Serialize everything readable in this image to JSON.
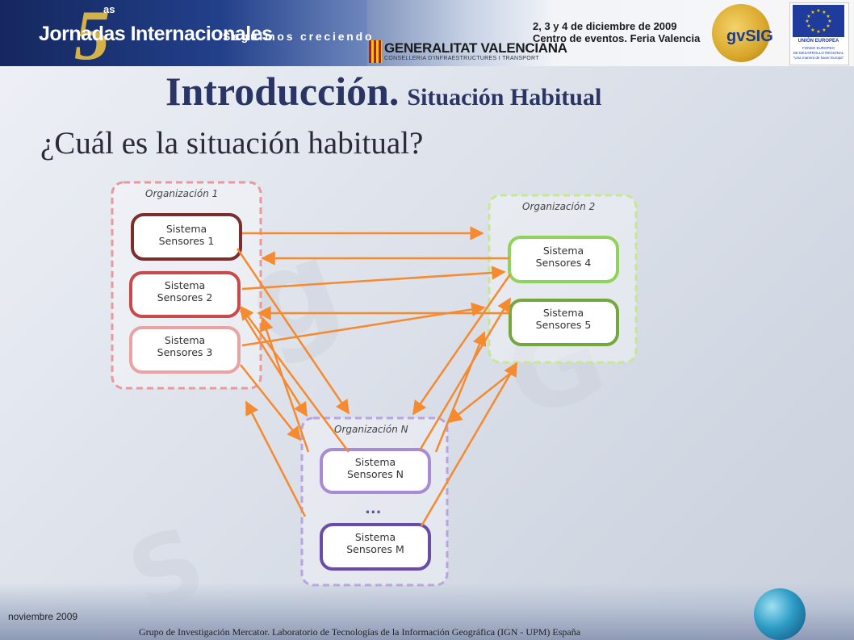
{
  "header": {
    "edition_number": "5",
    "edition_suffix": "as",
    "event_name": "Jornadas Internacionales",
    "slogan": "Seguimos creciendo",
    "sponsor_name": "GENERALITAT VALENCIANA",
    "sponsor_dept": "CONSELLERIA D'INFRAESTRUCTURES I TRANSPORT",
    "dates_line1": "2, 3 y 4 de diciembre de 2009",
    "dates_line2": "Centro de eventos. Feria Valencia",
    "gvsig_logo": "gvSIG",
    "eu_title": "UNIÓN EUROPEA",
    "eu_line1": "FONDO EUROPEO",
    "eu_line2": "DE DESARROLLO REGIONAL",
    "eu_line3": "\"Una manera de hacer Europa\""
  },
  "slide": {
    "title": "Introducción.",
    "subtitle": "Situación Habitual",
    "question": "¿Cuál es la situación habitual?"
  },
  "diagram": {
    "organizations": [
      {
        "label": "Organización 1",
        "color": "#e89a9a",
        "systems": [
          "Sistema|Sensores 1",
          "Sistema|Sensores 2",
          "Sistema|Sensores 3"
        ]
      },
      {
        "label": "Organización 2",
        "color": "#b8e07a",
        "systems": [
          "Sistema|Sensores 4",
          "Sistema|Sensores 5"
        ]
      },
      {
        "label": "Organización N",
        "color": "#b9a3e0",
        "systems": [
          "Sistema|Sensores N",
          "Sistema|Sensores M"
        ]
      }
    ],
    "ellipsis": "...",
    "arrow_color": "#f58a2e"
  },
  "footer": {
    "date": "noviembre 2009",
    "credits": "Grupo de Investigación Mercator. Laboratorio de Tecnologías de la Información Geográfica (IGN - UPM) España"
  }
}
